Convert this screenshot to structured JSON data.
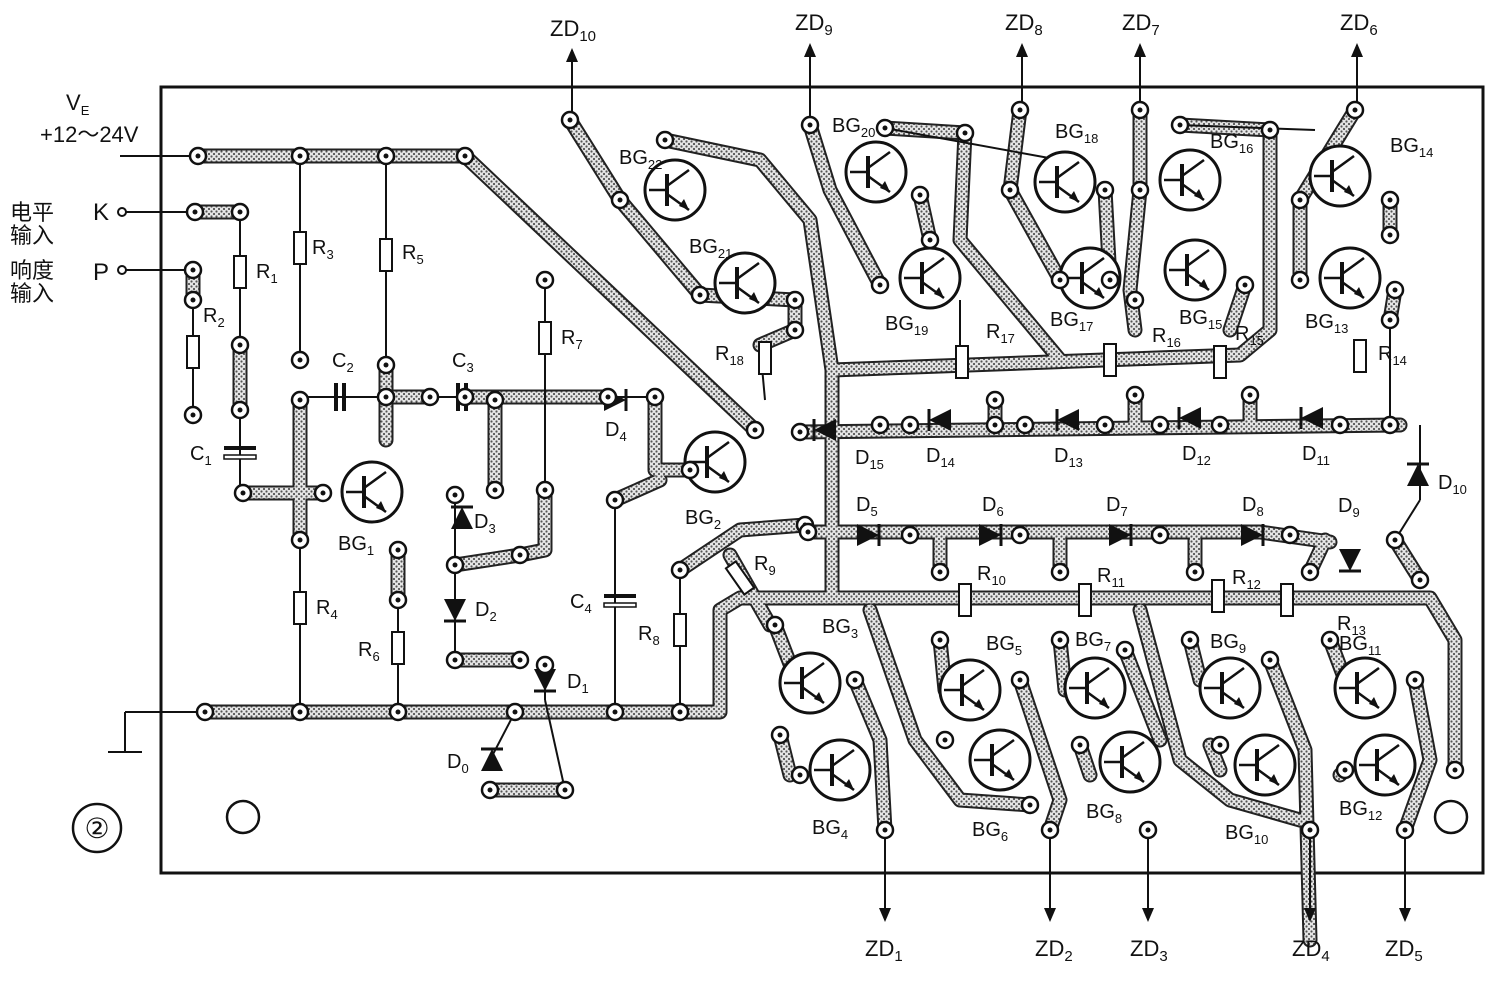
{
  "figure_number": "②",
  "supply": {
    "symbol": "V",
    "subscript": "E",
    "range": "+12～24V"
  },
  "inputs": [
    {
      "line1": "电平",
      "line2": "输入",
      "terminal": "K"
    },
    {
      "line1": "响度",
      "line2": "输入",
      "terminal": "P"
    }
  ],
  "outputs": [
    {
      "base": "ZD",
      "sub": "10"
    },
    {
      "base": "ZD",
      "sub": "9"
    },
    {
      "base": "ZD",
      "sub": "8"
    },
    {
      "base": "ZD",
      "sub": "7"
    },
    {
      "base": "ZD",
      "sub": "6"
    },
    {
      "base": "ZD",
      "sub": "1"
    },
    {
      "base": "ZD",
      "sub": "2"
    },
    {
      "base": "ZD",
      "sub": "3"
    },
    {
      "base": "ZD",
      "sub": "4"
    },
    {
      "base": "ZD",
      "sub": "5"
    }
  ],
  "components": {
    "resistors": [
      "R1",
      "R2",
      "R3",
      "R4",
      "R5",
      "R6",
      "R7",
      "R8",
      "R9",
      "R10",
      "R11",
      "R12",
      "R13",
      "R14",
      "R15",
      "R16",
      "R17",
      "R18"
    ],
    "capacitors": [
      "C1",
      "C2",
      "C3",
      "C4"
    ],
    "diodes": [
      "D0",
      "D1",
      "D2",
      "D3",
      "D4",
      "D5",
      "D6",
      "D7",
      "D8",
      "D9",
      "D10",
      "D11",
      "D12",
      "D13",
      "D14",
      "D15"
    ],
    "transistors": [
      "BG1",
      "BG2",
      "BG3",
      "BG4",
      "BG5",
      "BG6",
      "BG7",
      "BG8",
      "BG9",
      "BG10",
      "BG11",
      "BG12",
      "BG13",
      "BG14",
      "BG15",
      "BG16",
      "BG17",
      "BG18",
      "BG19",
      "BG20",
      "BG21",
      "BG22"
    ]
  }
}
